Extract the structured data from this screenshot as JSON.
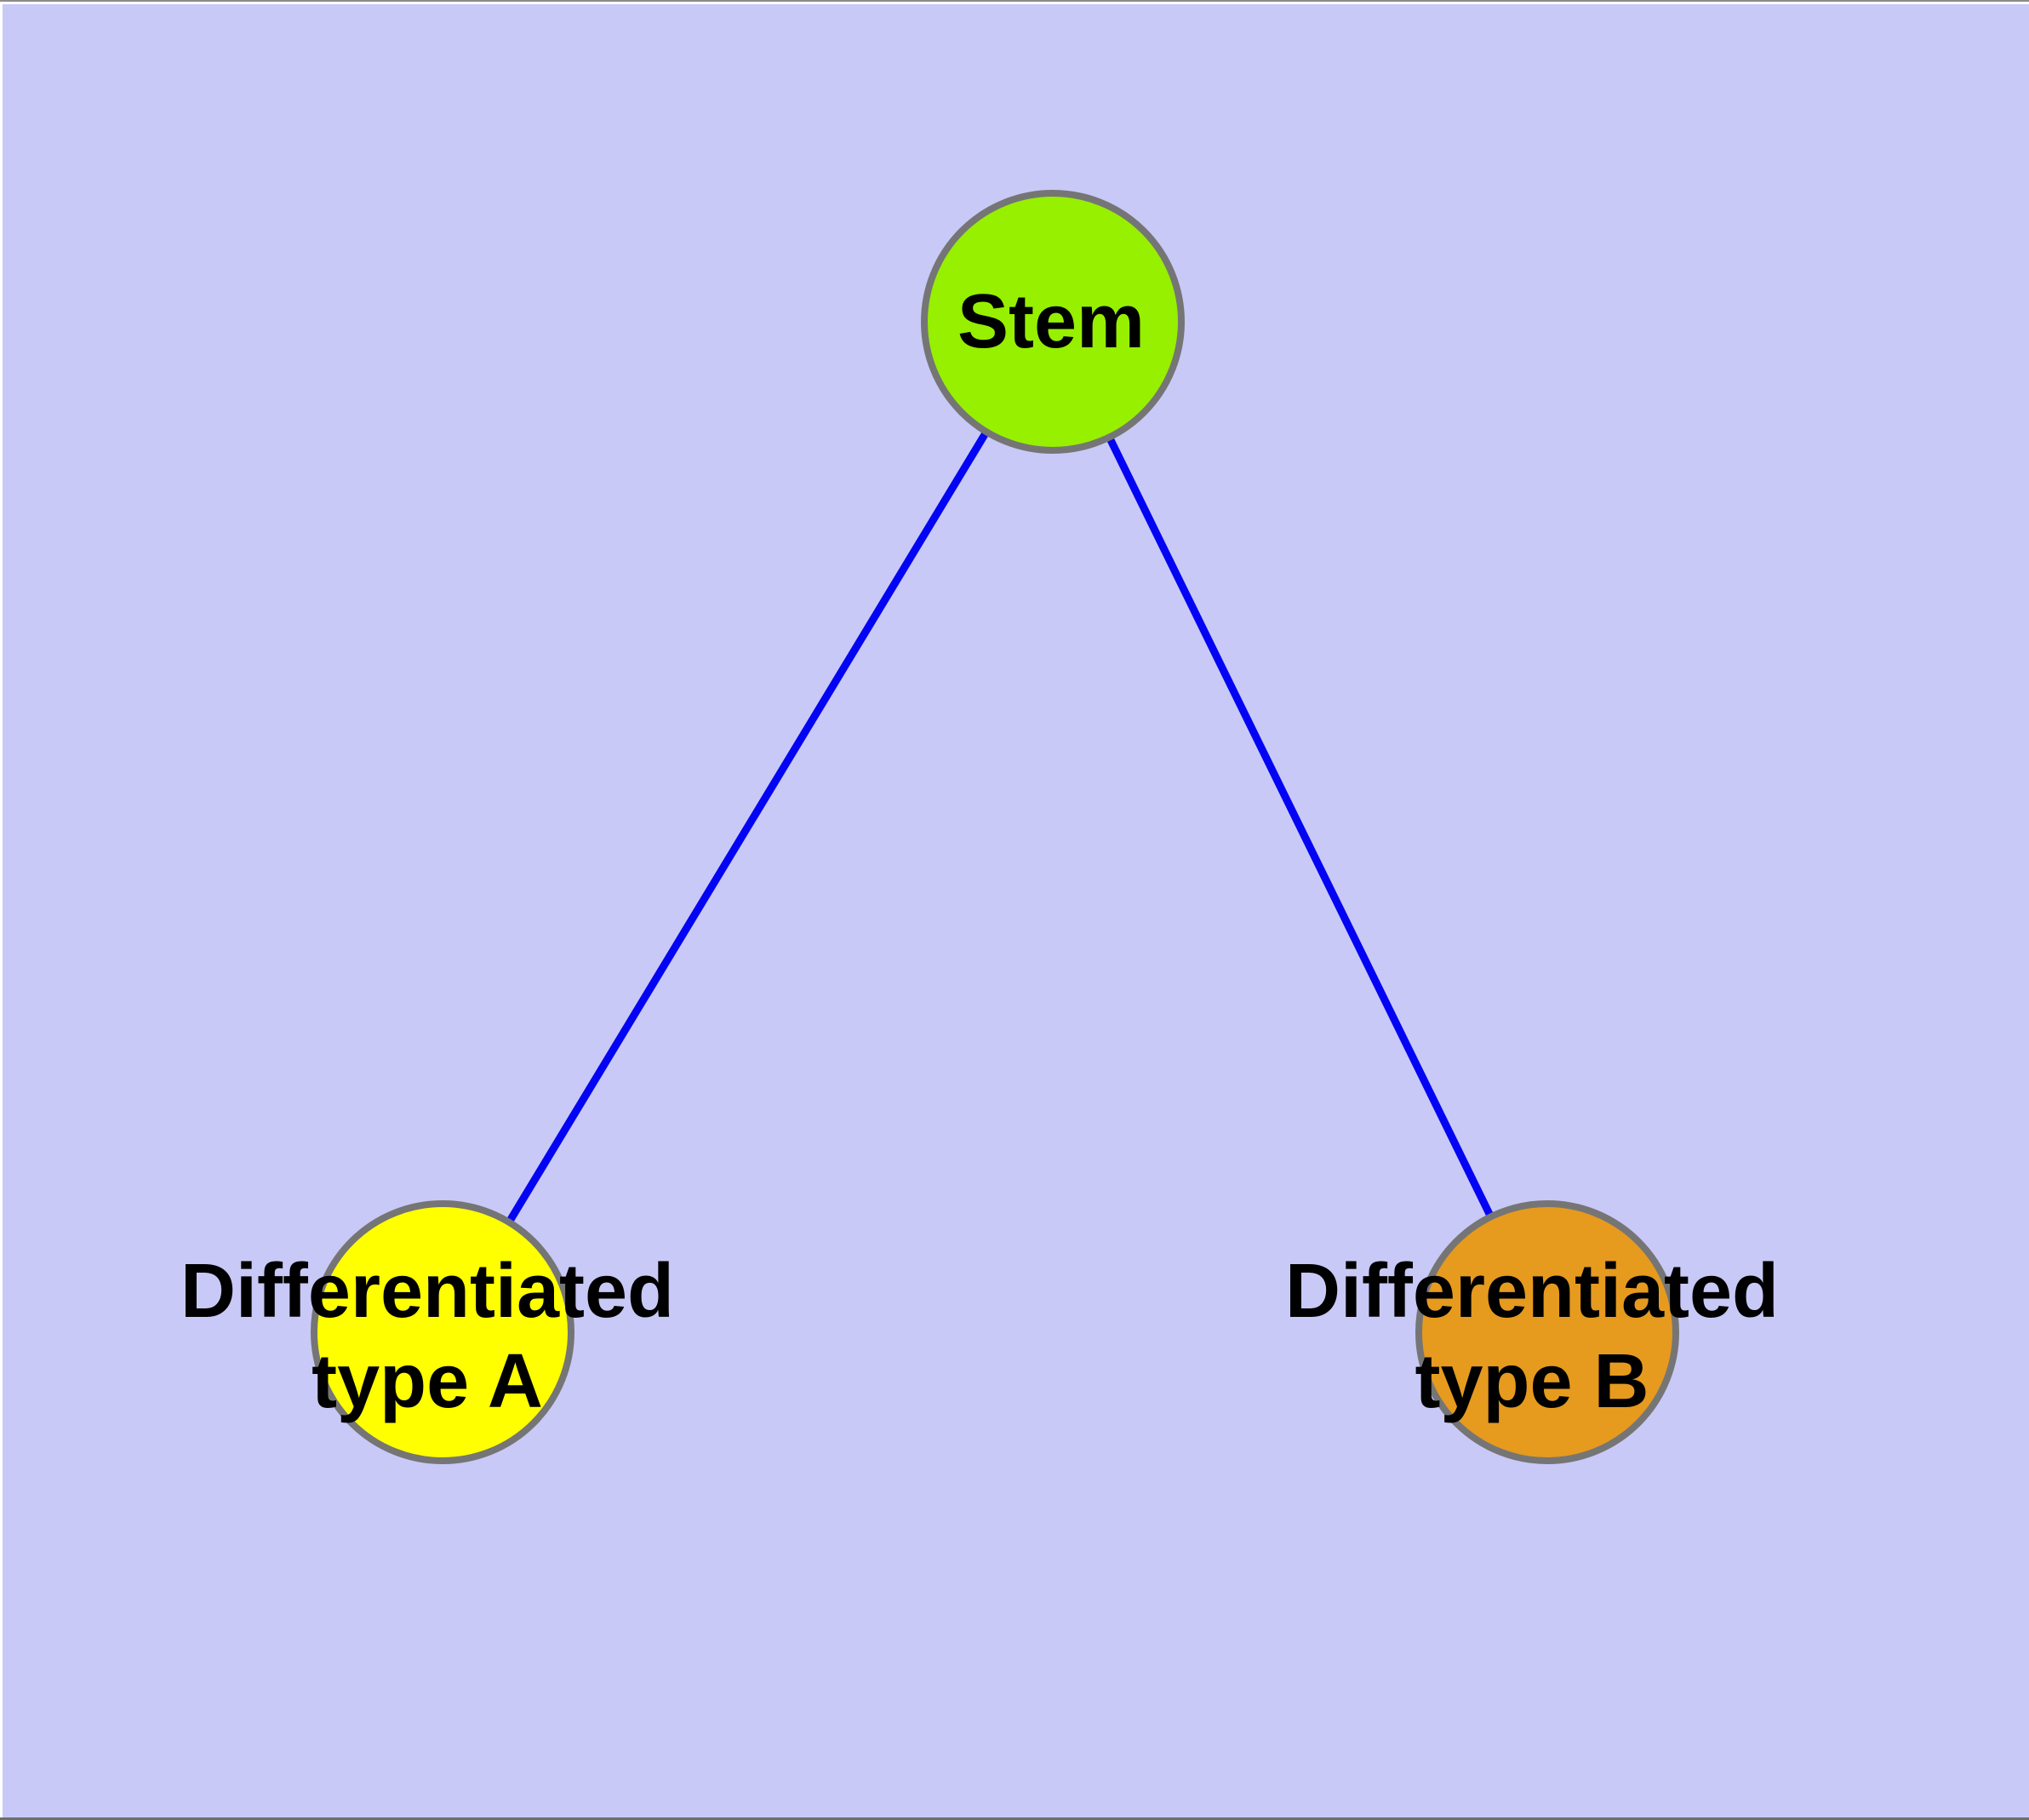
{
  "figure": {
    "background_color": "#C9C9F7",
    "frame_top_color": "#8B8B8B",
    "frame_bottom_color": "#6E6E6E",
    "node_border_color": "#757575",
    "edge_color": "#0404F4",
    "text_color": "#000000",
    "nodes": [
      {
        "id": "stem",
        "label": "Stem",
        "label_line1": "Stem",
        "label_line2": "",
        "fill": "#96F000"
      },
      {
        "id": "diff-a",
        "label": "Differentiated type A",
        "label_line1": "Differentiated",
        "label_line2": "type A",
        "fill": "#FFFF00"
      },
      {
        "id": "diff-b",
        "label": "Differentiated type B",
        "label_line1": "Differentiated",
        "label_line2": "type B",
        "fill": "#E69A1E"
      }
    ],
    "edges": [
      {
        "from": "Stem",
        "to": "Differentiated type A"
      },
      {
        "from": "Stem",
        "to": "Differentiated type B"
      }
    ]
  }
}
